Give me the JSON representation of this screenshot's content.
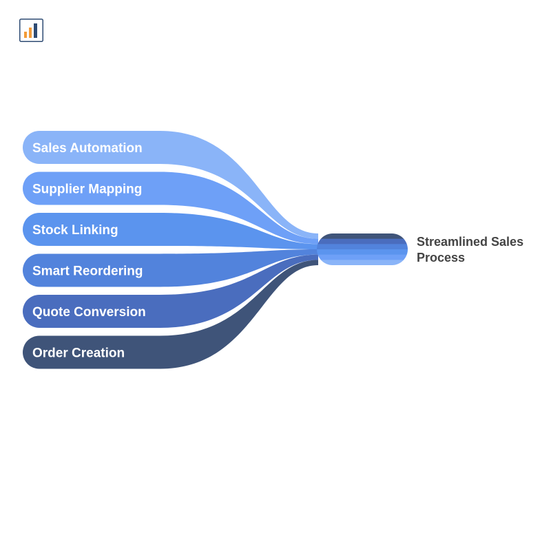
{
  "chart_data": {
    "type": "sankey",
    "sources": [
      {
        "name": "Sales Automation",
        "value": 1,
        "color": "#8AB4F8"
      },
      {
        "name": "Supplier Mapping",
        "value": 1,
        "color": "#6EA0F7"
      },
      {
        "name": "Stock Linking",
        "value": 1,
        "color": "#5B94EE"
      },
      {
        "name": "Smart Reordering",
        "value": 1,
        "color": "#5283DC"
      },
      {
        "name": "Quote Conversion",
        "value": 1,
        "color": "#4A6DBE"
      },
      {
        "name": "Order Creation",
        "value": 1,
        "color": "#3F5479"
      }
    ],
    "target": {
      "name": "Streamlined Sales Process",
      "lines": [
        "Streamlined Sales",
        "Process"
      ]
    }
  },
  "icons": {
    "logo": "bar-chart-icon",
    "logo_colors": [
      "#F29B38",
      "#F29B38",
      "#2E4B73"
    ]
  }
}
